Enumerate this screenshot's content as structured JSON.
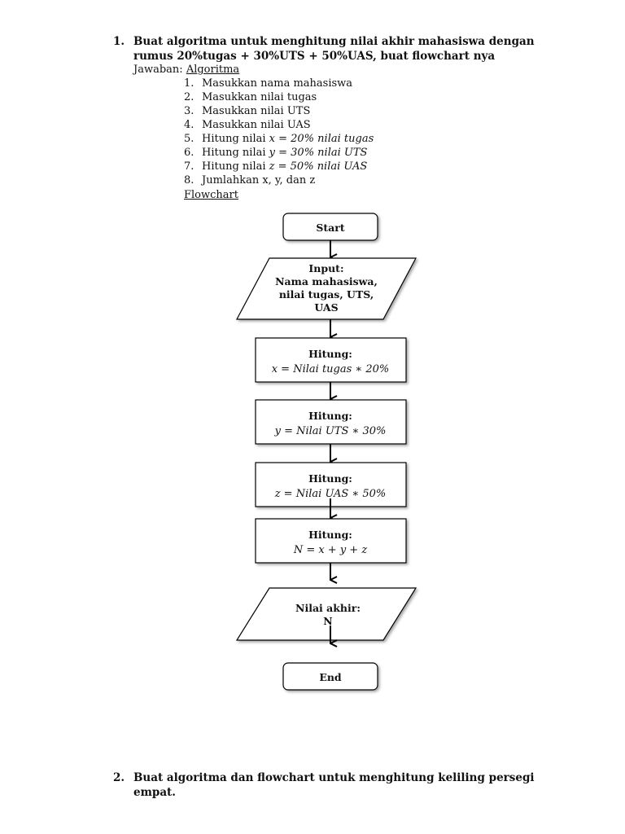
{
  "question1": {
    "number": "1.",
    "line1": "Buat algoritma untuk menghitung nilai akhir mahasiswa dengan",
    "line2": "rumus 20%tugas + 30%UTS + 50%UAS, buat flowchart nya"
  },
  "answer": {
    "prefix": "Jawaban:",
    "algo_title": "Algoritma",
    "steps": [
      {
        "num": "1.",
        "text": "Masukkan nama mahasiswa"
      },
      {
        "num": "2.",
        "text": "Masukkan nilai tugas"
      },
      {
        "num": "3.",
        "text": "Masukkan nilai UTS"
      },
      {
        "num": "4.",
        "text": "Masukkan nilai UAS"
      },
      {
        "num": "5.",
        "text": "Hitung nilai",
        "math": "x = 20% nilai tugas"
      },
      {
        "num": "6.",
        "text": "Hitung nilai",
        "math": "y = 30% nilai UTS"
      },
      {
        "num": "7.",
        "text": "Hitung nilai",
        "math": "z = 50% nilai UAS"
      },
      {
        "num": "8.",
        "text": "Jumlahkan x, y, dan z"
      }
    ],
    "flowchart_title": "Flowchart"
  },
  "flowchart": {
    "start": "Start",
    "input_lines": [
      "Input:",
      "Nama mahasiswa,",
      "nilai tugas, UTS,",
      "UAS"
    ],
    "calc_x": {
      "label": "Hitung:",
      "formula": "x = Nilai tugas ∗ 20%"
    },
    "calc_y": {
      "label": "Hitung:",
      "formula": "y = Nilai UTS ∗ 30%"
    },
    "calc_z": {
      "label": "Hitung:",
      "formula": "z = Nilai UAS ∗ 50%"
    },
    "calc_n": {
      "label": "Hitung:",
      "formula": "N = x + y + z"
    },
    "output_lines": [
      "Nilai akhir:",
      "N"
    ],
    "end": "End"
  },
  "question2": {
    "number": "2.",
    "line1": "Buat algoritma dan flowchart untuk menghitung keliling persegi",
    "line2": "empat."
  }
}
